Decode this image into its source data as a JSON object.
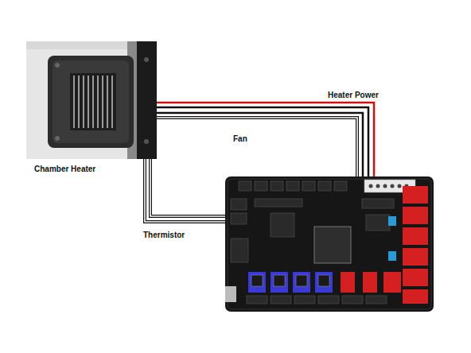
{
  "diagram": {
    "nodes": [
      {
        "text": [
          "Chamber Heater"
        ]
      }
    ],
    "labels": [
      "Heater Power",
      "Fan",
      "Thermistor"
    ]
  }
}
